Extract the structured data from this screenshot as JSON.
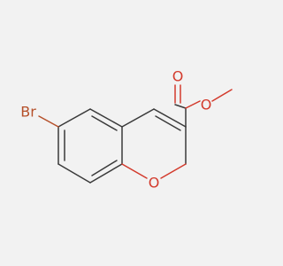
{
  "molecule": {
    "atoms": {
      "br": {
        "label": "Br",
        "color": "#b5502a"
      },
      "ring_o": {
        "label": "O",
        "color": "#d33a2c"
      },
      "carbonyl_o": {
        "label": "O",
        "color": "#d33a2c"
      },
      "ester_o": {
        "label": "O",
        "color": "#d33a2c"
      }
    },
    "bond_color": "#3a3a3a",
    "background": "#f2f2f2"
  }
}
